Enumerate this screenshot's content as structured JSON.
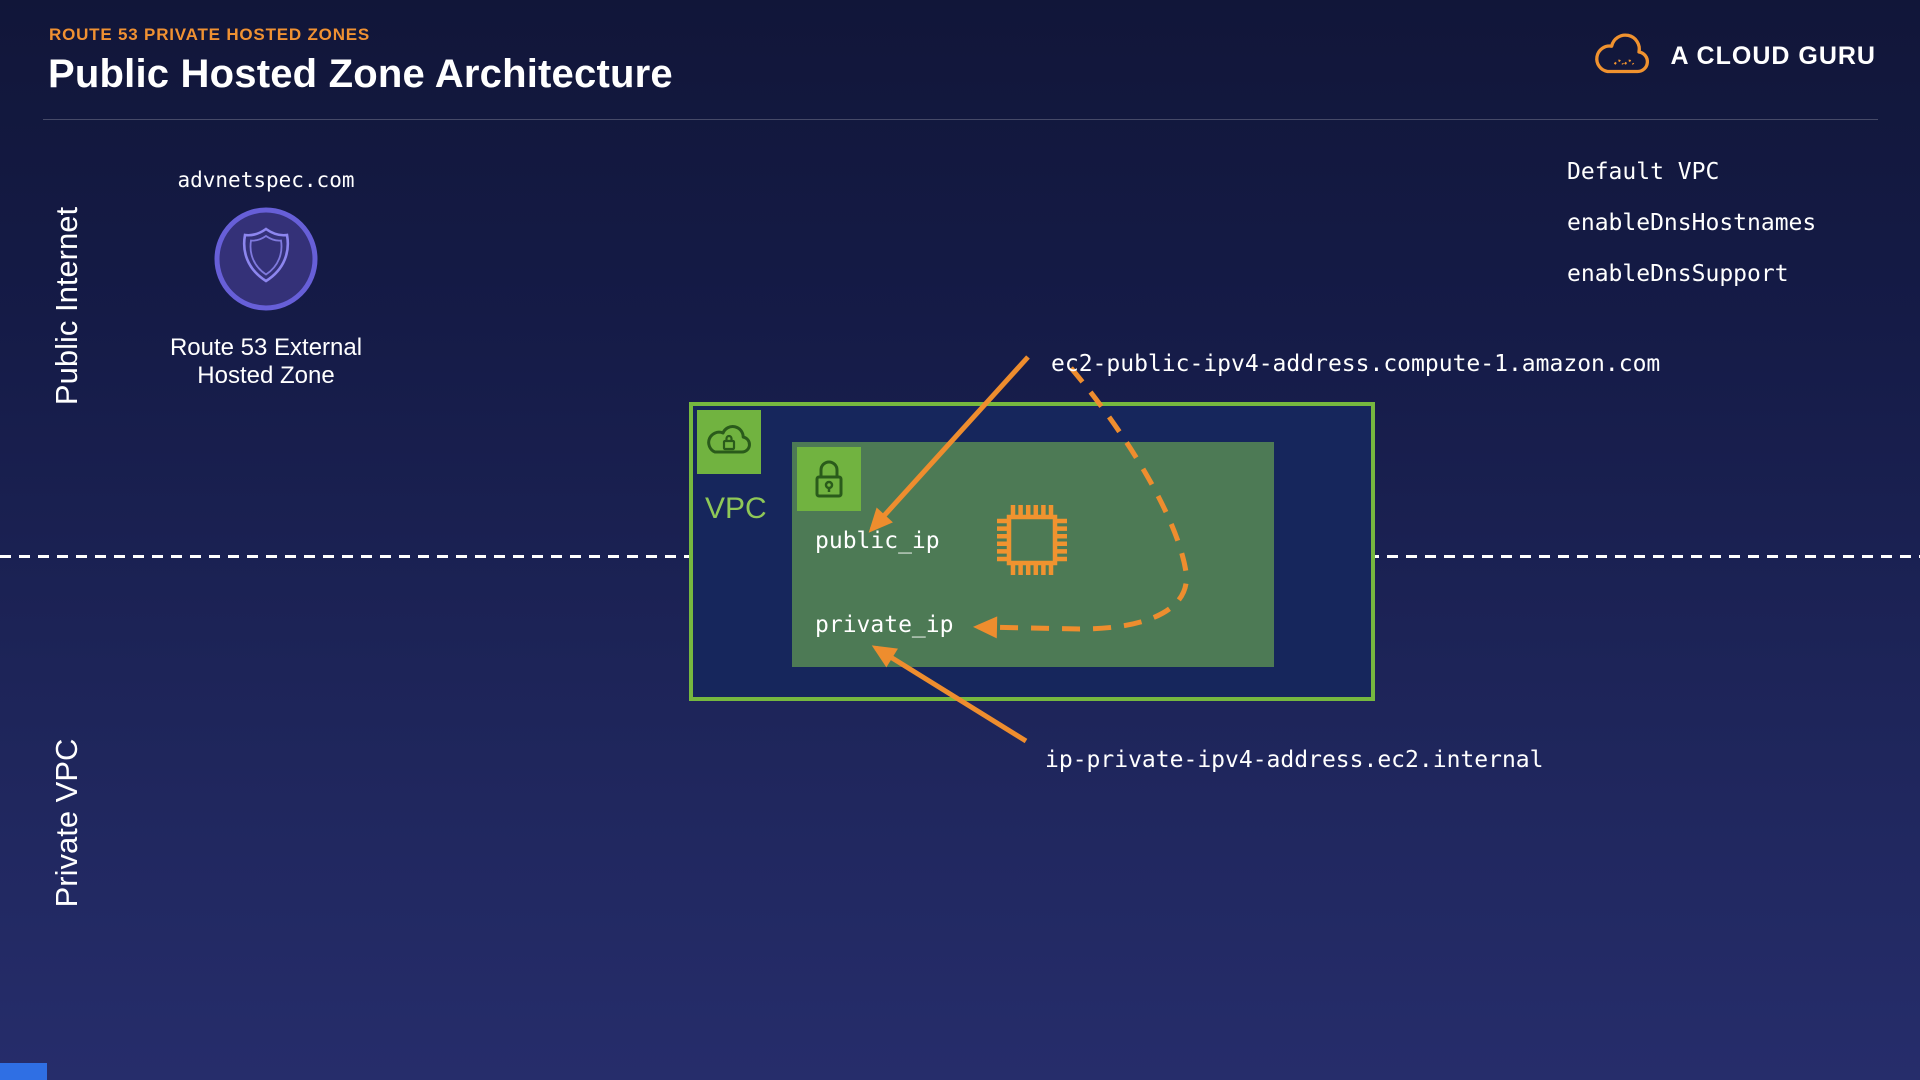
{
  "header": {
    "eyebrow": "ROUTE 53 PRIVATE HOSTED ZONES",
    "title": "Public Hosted Zone Architecture"
  },
  "brand": {
    "name": "A CLOUD GURU"
  },
  "zones": {
    "public_label": "Public Internet",
    "private_label": "Private VPC"
  },
  "route53": {
    "domain": "advnetspec.com",
    "caption": "Route 53 External Hosted Zone"
  },
  "vpc_info": {
    "lines": [
      "Default VPC",
      "enableDnsHostnames",
      "enableDnsSupport"
    ]
  },
  "vpc": {
    "label": "VPC",
    "public_ip_label": "public_ip",
    "private_ip_label": "private_ip"
  },
  "annotations": {
    "public_dns": "ec2-public-ipv4-address.compute-1.amazon.com",
    "private_dns": "ip-private-ipv4-address.ec2.internal"
  },
  "colors": {
    "accent_orange": "#ee8d2e",
    "border_green": "#76b83f",
    "badge_green": "#71b340",
    "subnet_green": "#4d7a55",
    "vpc_box_navy": "#16265c",
    "background_top": "#111639",
    "background_bottom": "#262d6b",
    "route53_purple": "#675fd8",
    "eyebrow_orange": "#f09132",
    "bottom_accent_blue": "#2f6fe4"
  }
}
